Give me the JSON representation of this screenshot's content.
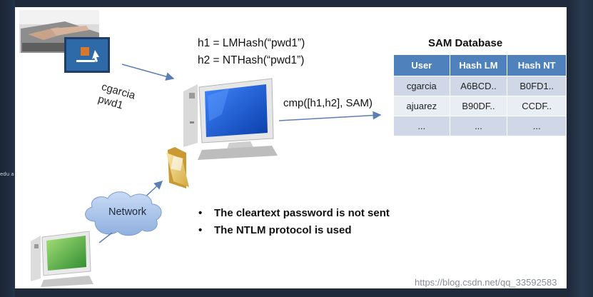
{
  "hashes": {
    "h1": "h1 = LMHash(“pwd1”)",
    "h2": "h2 = NTHash(“pwd1”)"
  },
  "credentials": {
    "user": "cgarcia",
    "password": "pwd1"
  },
  "compare": "cmp([h1,h2], SAM)",
  "sam": {
    "title": "SAM Database",
    "headers": [
      "User",
      "Hash LM",
      "Hash NT"
    ],
    "rows": [
      [
        "cgarcia",
        "A6BCD..",
        "B0FD1.."
      ],
      [
        "ajuarez",
        "B90DF..",
        "CCDF.."
      ],
      [
        "...",
        "...",
        "..."
      ]
    ]
  },
  "network": {
    "label": "Network"
  },
  "bullets": [
    "The cleartext password is not sent",
    "The NTLM protocol is used"
  ],
  "watermark": "https://blog.csdn.net/qq_33592583",
  "side_text": "edu a",
  "colors": {
    "table_header": "#4f81bd",
    "table_row_dark": "#d0d8e8",
    "table_row_light": "#e9edf4",
    "arrow": "#5b7fb5",
    "cloud": "#a9c4ea",
    "pc_screen": "#1d5fd1",
    "remote_screen": "#4caf50",
    "folder": "#e8c870"
  },
  "icons": [
    "laptop-icon",
    "login-screen-icon",
    "server-pc-icon",
    "folder-icon",
    "network-cloud-icon",
    "client-pc-icon"
  ]
}
